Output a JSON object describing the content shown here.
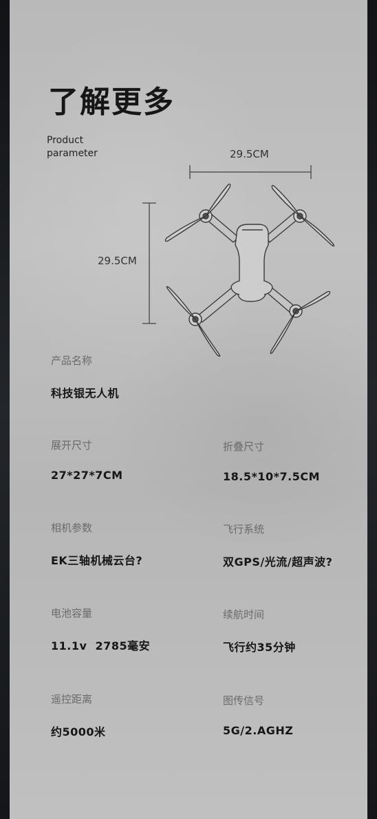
{
  "header": {
    "title": "了解更多",
    "subtitle_line1": "Product",
    "subtitle_line2": "parameter"
  },
  "dimensions": {
    "width": "29.5CM",
    "length": "29.5CM"
  },
  "specs": [
    {
      "label": "产品名称",
      "value": "科技银无人机"
    },
    {
      "label": "展开尺寸",
      "value": "27*27*7CM"
    },
    {
      "label": "折叠尺寸",
      "value": "18.5*10*7.5CM"
    },
    {
      "label": "相机参数",
      "value": "EK三轴机械云台?"
    },
    {
      "label": "飞行系统",
      "value": "双GPS/光流/超声波?"
    },
    {
      "label": "电池容量",
      "value": "11.1v  2785毫安"
    },
    {
      "label": "续航时间",
      "value": "飞行约35分钟"
    },
    {
      "label": "遥控距离",
      "value": "约5000米"
    },
    {
      "label": "图传信号",
      "value": "5G/2.AGHZ"
    }
  ],
  "colors": {
    "panel": "#bdbdbd",
    "frame": "#1b1d20",
    "title": "#161616",
    "label": "#6a6a6a"
  }
}
